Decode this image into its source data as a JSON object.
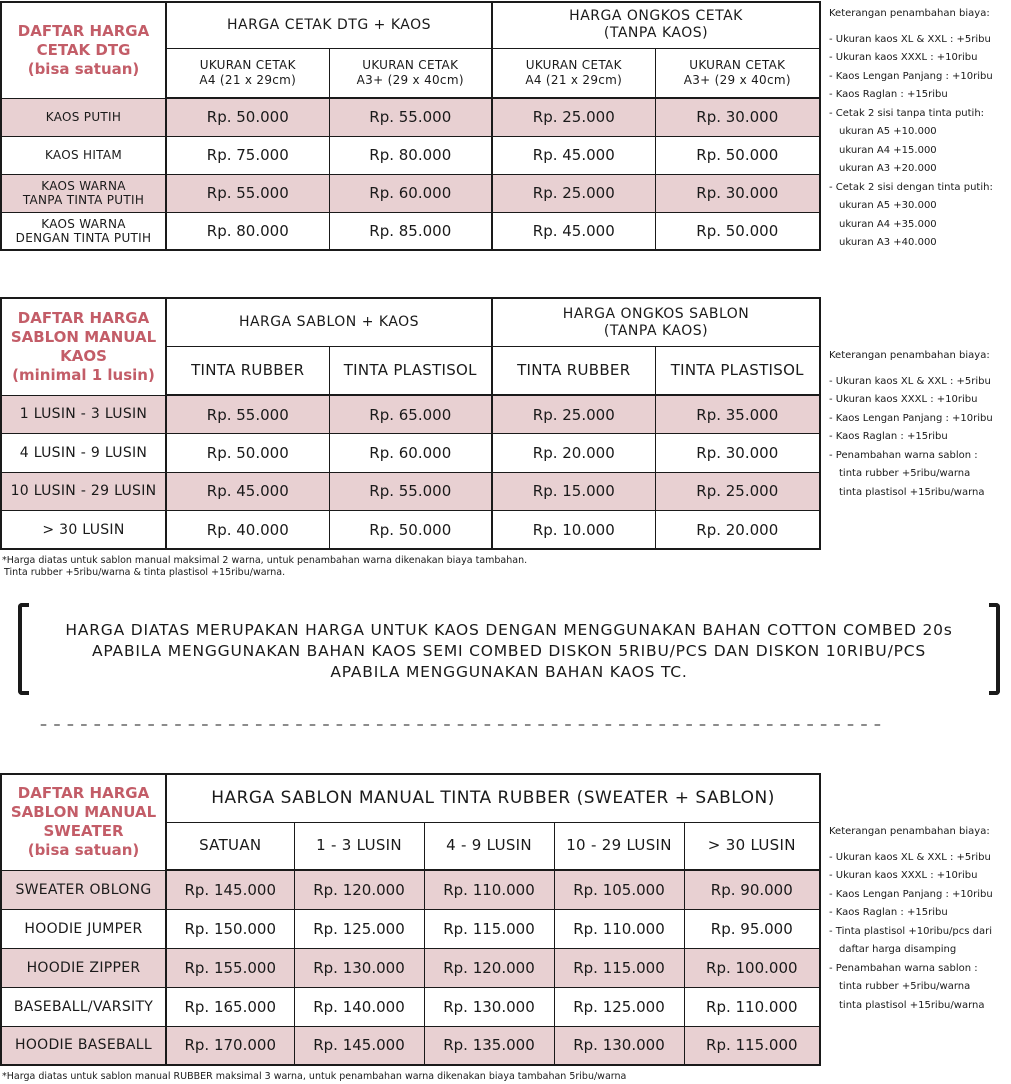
{
  "dtg": {
    "title": [
      "DAFTAR HARGA",
      "CETAK DTG",
      "(bisa satuan)"
    ],
    "group1": "HARGA CETAK DTG + KAOS",
    "group2": [
      "HARGA ONGKOS CETAK",
      "(TANPA KAOS)"
    ],
    "cols": [
      [
        "UKURAN CETAK",
        "A4 (21 x 29cm)"
      ],
      [
        "UKURAN CETAK",
        "A3+ (29 x 40cm)"
      ],
      [
        "UKURAN CETAK",
        "A4 (21 x 29cm)"
      ],
      [
        "UKURAN CETAK",
        "A3+ (29 x 40cm)"
      ]
    ],
    "rows": [
      {
        "label": [
          "KAOS PUTIH"
        ],
        "prices": [
          "Rp. 50.000",
          "Rp. 55.000",
          "Rp. 25.000",
          "Rp. 30.000"
        ]
      },
      {
        "label": [
          "KAOS HITAM"
        ],
        "prices": [
          "Rp. 75.000",
          "Rp. 80.000",
          "Rp. 45.000",
          "Rp. 50.000"
        ]
      },
      {
        "label": [
          "KAOS WARNA",
          "TANPA TINTA PUTIH"
        ],
        "prices": [
          "Rp. 55.000",
          "Rp. 60.000",
          "Rp. 25.000",
          "Rp. 30.000"
        ]
      },
      {
        "label": [
          "KAOS WARNA",
          "DENGAN TINTA PUTIH"
        ],
        "prices": [
          "Rp. 80.000",
          "Rp. 85.000",
          "Rp. 45.000",
          "Rp. 50.000"
        ]
      }
    ],
    "notes": [
      "Keterangan penambahan biaya:",
      "- Ukuran kaos XL & XXL : +5ribu",
      "- Ukuran kaos XXXL : +10ribu",
      "- Kaos Lengan Panjang : +10ribu",
      "- Kaos Raglan : +15ribu",
      "- Cetak 2 sisi tanpa tinta putih:",
      "ukuran A5 +10.000",
      "ukuran A4 +15.000",
      "ukuran A3 +20.000",
      "- Cetak 2 sisi dengan tinta putih:",
      "ukuran A5 +30.000",
      "ukuran A4 +35.000",
      "ukuran A3 +40.000"
    ]
  },
  "sablon": {
    "title": [
      "DAFTAR HARGA",
      "SABLON MANUAL",
      "KAOS",
      "(minimal 1 lusin)"
    ],
    "group1": "HARGA SABLON + KAOS",
    "group2": [
      "HARGA ONGKOS SABLON",
      "(TANPA KAOS)"
    ],
    "cols": [
      "TINTA RUBBER",
      "TINTA PLASTISOL",
      "TINTA RUBBER",
      "TINTA PLASTISOL"
    ],
    "rows": [
      {
        "label": "1 LUSIN - 3 LUSIN",
        "prices": [
          "Rp. 55.000",
          "Rp. 65.000",
          "Rp. 25.000",
          "Rp. 35.000"
        ]
      },
      {
        "label": "4 LUSIN - 9 LUSIN",
        "prices": [
          "Rp. 50.000",
          "Rp. 60.000",
          "Rp. 20.000",
          "Rp. 30.000"
        ]
      },
      {
        "label": "10 LUSIN - 29 LUSIN",
        "prices": [
          "Rp. 45.000",
          "Rp. 55.000",
          "Rp. 15.000",
          "Rp. 25.000"
        ]
      },
      {
        "label": "> 30 LUSIN",
        "prices": [
          "Rp. 40.000",
          "Rp. 50.000",
          "Rp. 10.000",
          "Rp. 20.000"
        ]
      }
    ],
    "notes": [
      "Keterangan penambahan biaya:",
      "- Ukuran kaos XL & XXL : +5ribu",
      "- Ukuran kaos XXXL : +10ribu",
      "- Kaos Lengan Panjang : +10ribu",
      "- Kaos Raglan : +15ribu",
      "- Penambahan warna sablon :",
      "tinta rubber +5ribu/warna",
      "tinta plastisol +15ribu/warna"
    ],
    "footnote": [
      "*Harga diatas untuk sablon manual maksimal 2 warna, untuk penambahan warna dikenakan biaya tambahan.",
      "Tinta rubber +5ribu/warna & tinta plastisol +15ribu/warna."
    ]
  },
  "notice": [
    "HARGA DIATAS MERUPAKAN HARGA UNTUK KAOS DENGAN MENGGUNAKAN BAHAN COTTON COMBED 20s",
    "APABILA MENGGUNAKAN BAHAN KAOS SEMI COMBED DISKON 5RIBU/PCS DAN DISKON 10RIBU/PCS",
    "APABILA MENGGUNAKAN BAHAN KAOS TC."
  ],
  "sweater": {
    "title": [
      "DAFTAR HARGA",
      "SABLON MANUAL",
      "SWEATER",
      "(bisa satuan)"
    ],
    "group": "HARGA SABLON MANUAL TINTA RUBBER (SWEATER + SABLON)",
    "cols": [
      "SATUAN",
      "1 - 3 LUSIN",
      "4 - 9 LUSIN",
      "10 - 29 LUSIN",
      "> 30 LUSIN"
    ],
    "rows": [
      {
        "label": "SWEATER OBLONG",
        "prices": [
          "Rp. 145.000",
          "Rp. 120.000",
          "Rp. 110.000",
          "Rp. 105.000",
          "Rp. 90.000"
        ]
      },
      {
        "label": "HOODIE JUMPER",
        "prices": [
          "Rp. 150.000",
          "Rp. 125.000",
          "Rp. 115.000",
          "Rp. 110.000",
          "Rp. 95.000"
        ]
      },
      {
        "label": "HOODIE ZIPPER",
        "prices": [
          "Rp. 155.000",
          "Rp. 130.000",
          "Rp. 120.000",
          "Rp. 115.000",
          "Rp. 100.000"
        ]
      },
      {
        "label": "BASEBALL/VARSITY",
        "prices": [
          "Rp. 165.000",
          "Rp. 140.000",
          "Rp. 130.000",
          "Rp. 125.000",
          "Rp. 110.000"
        ]
      },
      {
        "label": "HOODIE BASEBALL",
        "prices": [
          "Rp. 170.000",
          "Rp. 145.000",
          "Rp. 135.000",
          "Rp. 130.000",
          "Rp. 115.000"
        ]
      }
    ],
    "notes": [
      "Keterangan penambahan biaya:",
      "- Ukuran kaos XL & XXL : +5ribu",
      "- Ukuran kaos XXXL : +10ribu",
      "- Kaos Lengan Panjang : +10ribu",
      "- Kaos Raglan : +15ribu",
      "- Tinta plastisol +10ribu/pcs dari",
      "daftar harga disamping",
      "- Penambahan warna sablon :",
      "tinta rubber +5ribu/warna",
      "tinta plastisol +15ribu/warna"
    ],
    "footnote": "*Harga diatas untuk sablon manual RUBBER maksimal 3 warna, untuk penambahan warna dikenakan biaya tambahan 5ribu/warna"
  }
}
